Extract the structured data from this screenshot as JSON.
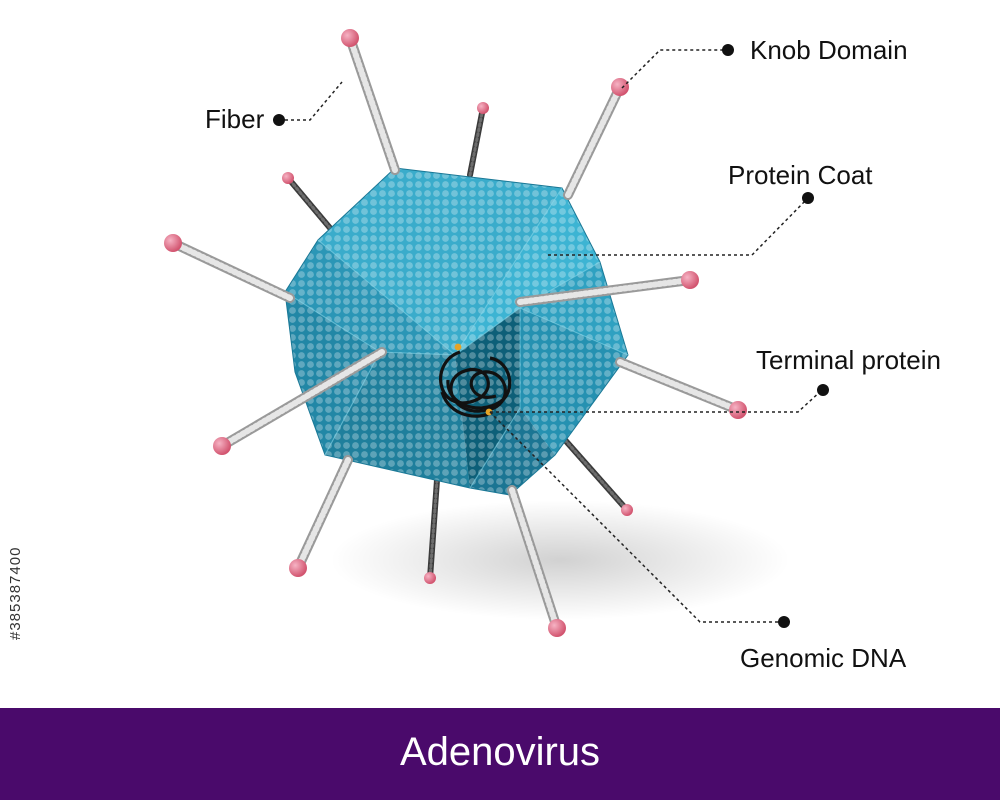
{
  "title": "Adenovirus",
  "stock_id": "#385387400",
  "labels": {
    "fiber": "Fiber",
    "knob_domain": "Knob Domain",
    "protein_coat": "Protein Coat",
    "terminal_protein": "Terminal protein",
    "genomic_dna": "Genomic DNA"
  },
  "colors": {
    "title_bar": "#4a0a6b",
    "capsid": "#2a9bbf",
    "capsid_dark": "#0f6e8a",
    "capsid_light": "#58c3dd",
    "fiber_shaft": "#c9c9c9",
    "knob": "#e0708c",
    "dna": "#111111",
    "terminal_protein": "#e5a326"
  }
}
